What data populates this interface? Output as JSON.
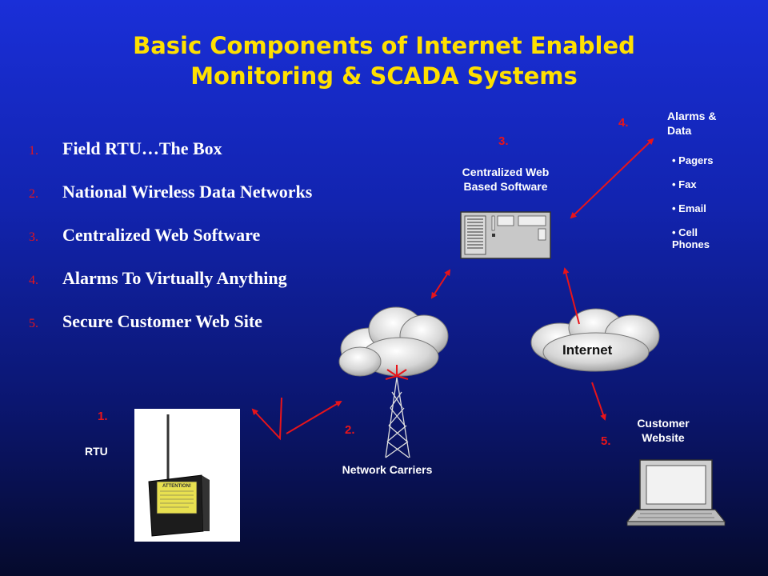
{
  "title": {
    "line1": "Basic Components of Internet Enabled",
    "line2": "Monitoring & SCADA Systems"
  },
  "components": [
    {
      "num": "1.",
      "text": "Field RTU…The Box"
    },
    {
      "num": "2.",
      "text": "National Wireless Data Networks"
    },
    {
      "num": "3.",
      "text": "Centralized Web Software"
    },
    {
      "num": "4.",
      "text": "Alarms To Virtually Anything"
    },
    {
      "num": "5.",
      "text": "Secure Customer Web Site"
    }
  ],
  "diagram": {
    "software": {
      "num": "3.",
      "label1": "Centralized Web",
      "label2": "Based Software"
    },
    "alarms": {
      "num": "4.",
      "label1": "Alarms &",
      "label2": "Data",
      "items": [
        "• Pagers",
        "• Fax",
        "• Email",
        "• Cell Phones"
      ]
    },
    "internet": {
      "label": "Internet"
    },
    "rtu": {
      "num": "1.",
      "label": "RTU",
      "sticker": "ATTENTION!"
    },
    "carriers": {
      "num": "2.",
      "label": "Network Carriers"
    },
    "website": {
      "num": "5.",
      "label1": "Customer",
      "label2": "Website"
    }
  },
  "colors": {
    "title": "#ffe000",
    "accent": "#e8141a",
    "text": "#ffffff"
  }
}
